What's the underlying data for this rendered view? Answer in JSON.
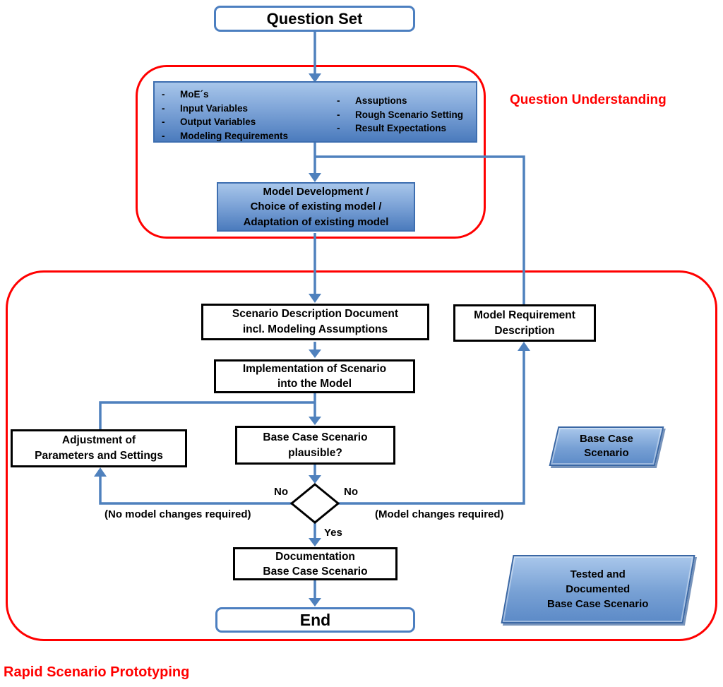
{
  "title": "Rapid Scenario Prototyping flowchart",
  "colors": {
    "connector_blue": "#4F81BD",
    "frame_red": "#FF0000",
    "node_gradient_top": "#A8C6EA",
    "node_gradient_bottom": "#4B7BBD"
  },
  "bullet_marker": "-",
  "nodes": {
    "question_set": "Question Set",
    "bullets_left": [
      "MoE´s",
      "Input Variables",
      "Output Variables",
      "Modeling Requirements"
    ],
    "bullets_right": [
      "Assuptions",
      "Rough Scenario Setting",
      "Result Expectations"
    ],
    "model_development": "Model Development /\nChoice of existing model /\nAdaptation of existing model",
    "scenario_description": "Scenario Description Document\nincl. Modeling Assumptions",
    "model_requirement": "Model Requirement\nDescription",
    "implementation": "Implementation of Scenario\ninto the Model",
    "adjustment": "Adjustment of\nParameters and Settings",
    "plausible": "Base Case Scenario\nplausible?",
    "documentation": "Documentation\nBase Case Scenario",
    "end": "End",
    "base_case_scenario": "Base Case\nScenario",
    "tested_documented": "Tested and\nDocumented\nBase Case Scenario"
  },
  "labels": {
    "question_understanding": "Question Understanding",
    "rapid_scenario_prototyping": "Rapid Scenario Prototyping",
    "no_left": "No",
    "no_right": "No",
    "yes": "Yes",
    "no_model_changes": "(No model changes required)",
    "model_changes": "(Model changes required)"
  }
}
